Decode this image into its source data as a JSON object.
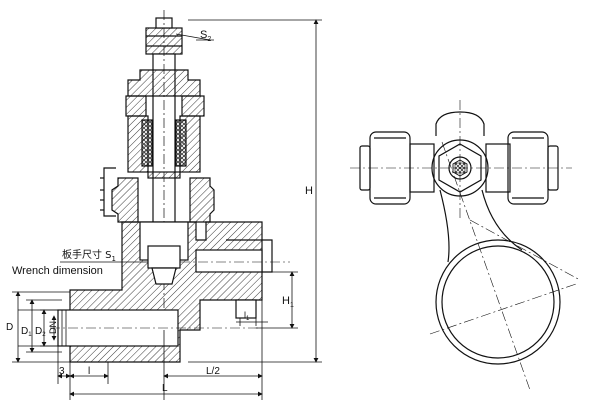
{
  "labels": {
    "s2": "S",
    "s2_sub": "2",
    "wrench_cn": "板手尺寸 S",
    "wrench_cn_sub": "1",
    "wrench_en": "Wrench dimension",
    "h_total": "H",
    "h1": "H",
    "h1_sub": "1",
    "l1": "l",
    "l1_sub": "1",
    "d": "D",
    "d1": "D",
    "d1_sub": "1",
    "d2": "D",
    "d2_sub": "2",
    "dn": "DN",
    "dim_3": "3",
    "dim_l_small": "l",
    "dim_l_half": "L/2",
    "dim_l": "L"
  },
  "colors": {
    "line": "#111111",
    "hatch": "#222222"
  }
}
